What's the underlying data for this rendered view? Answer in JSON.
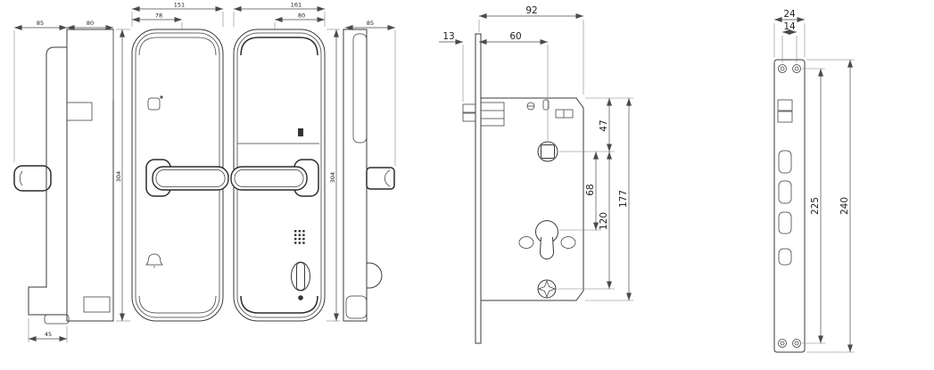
{
  "drawing": {
    "background": "#ffffff",
    "line_color": "#3a3a3a",
    "dim_color": "#4a4a4a",
    "text_color": "#222222"
  },
  "views": {
    "handle_set": {
      "exterior_side": {
        "depth_with_handle": "85",
        "body_depth": "80",
        "base_width": "45",
        "height": "304"
      },
      "front_escutcheon": {
        "width": "151",
        "width_to_axis": "78"
      },
      "back_escutcheon": {
        "width": "161",
        "width_to_axis": "80",
        "height": "304"
      },
      "interior_side": {
        "depth_with_handle": "85"
      }
    },
    "mortise_body": {
      "width": "92",
      "backset": "60",
      "faceplate_offset": "13",
      "top_to_spindle": "47",
      "spindle_to_cylinder": "68",
      "spindle_to_screw": "120",
      "height": "177"
    },
    "strike_faceplate": {
      "width": "24",
      "hole_spacing": "14",
      "screw_span": "225",
      "height": "240"
    }
  },
  "icons": {
    "card_tap": "card-tap-icon",
    "doorbell": "doorbell-icon",
    "indicator": "indicator-light-icon",
    "speaker": "speaker-grille-icon",
    "thumbturn": "thumbturn-knob",
    "spindle": "spindle-hole",
    "cylinder": "euro-cylinder-hole",
    "screw": "screw-hole"
  }
}
